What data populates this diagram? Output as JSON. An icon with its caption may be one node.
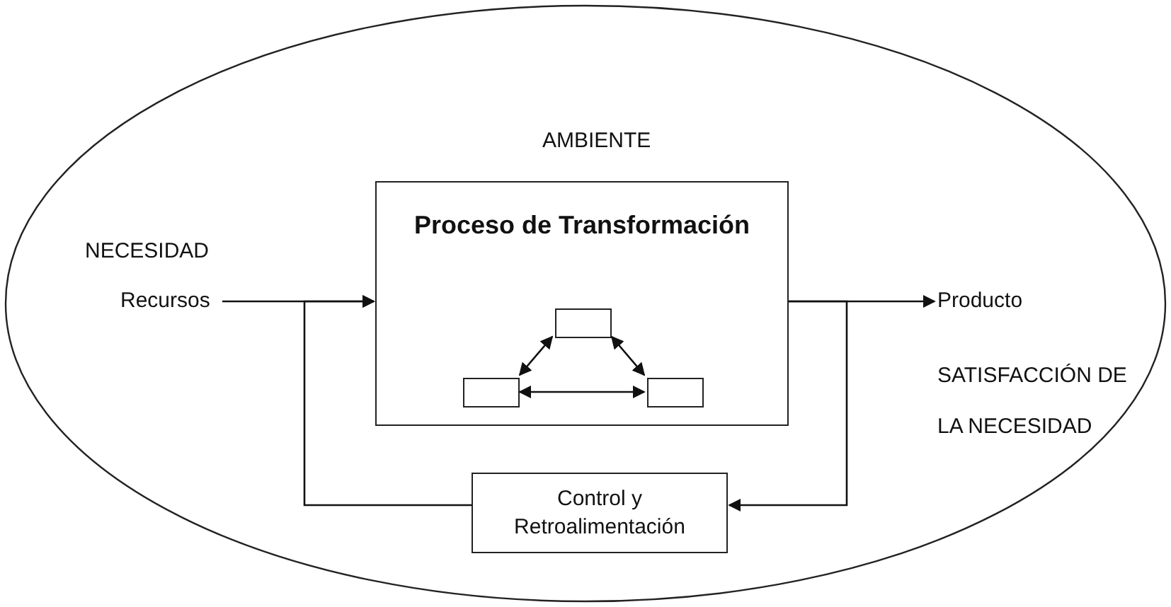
{
  "diagram": {
    "nodes": [
      {
        "text": [
          "AMBIENTE"
        ]
      },
      {
        "text": [
          "Proceso de Transformación"
        ],
        "in": 0
      },
      {
        "text": [],
        "shape": "box",
        "in": 1
      },
      {
        "text": [],
        "shape": "box",
        "in": 1
      },
      {
        "text": [],
        "shape": "box",
        "in": 1
      },
      {
        "text": [
          "Control y Retroalimentación"
        ],
        "in": 0
      },
      {
        "text": [
          "Recursos"
        ],
        "in": 0
      },
      {
        "text": [
          "Producto"
        ],
        "in": 0
      }
    ],
    "edges": [
      {
        "from": 6,
        "to": 1,
        "arrow": "to"
      },
      {
        "from": 1,
        "to": 7,
        "arrow": "to"
      },
      {
        "from": 1,
        "to": 5,
        "arrow": "to"
      },
      {
        "from": 5,
        "to": 1,
        "arrow": "to"
      },
      {
        "from": 2,
        "to": 3,
        "arrow": "both"
      },
      {
        "from": 2,
        "to": 4,
        "arrow": "both"
      },
      {
        "from": 3,
        "to": 4,
        "arrow": "both"
      }
    ],
    "labels": [
      "NECESIDAD",
      "SATISFACCIÓN DE LA NECESIDAD"
    ]
  }
}
